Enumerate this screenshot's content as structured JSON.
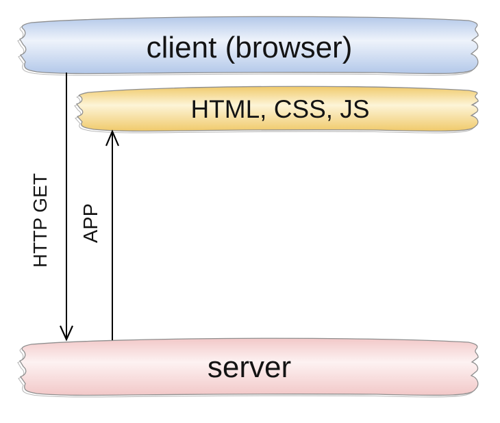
{
  "canvas": {
    "background": "#ffffff"
  },
  "nodes": {
    "client": {
      "label": "client (browser)",
      "fill_edge": "#b3c8e9",
      "fill_mid": "#eef3fb",
      "border": "#8e8e8e"
    },
    "assets": {
      "label": "HTML, CSS, JS",
      "fill_edge": "#f0ca6b",
      "fill_mid": "#fdf4d7",
      "border": "#8e8e8e"
    },
    "server": {
      "label": "server",
      "fill_edge": "#f2c8c8",
      "fill_mid": "#fdf2f2",
      "border": "#8e8e8e"
    }
  },
  "arrows": {
    "http_get": {
      "label": "HTTP GET",
      "from": "client (browser)",
      "to": "server",
      "direction": "down",
      "color": "#000000"
    },
    "app": {
      "label": "APP",
      "from": "server",
      "to": "HTML, CSS, JS",
      "direction": "up",
      "color": "#000000"
    }
  }
}
